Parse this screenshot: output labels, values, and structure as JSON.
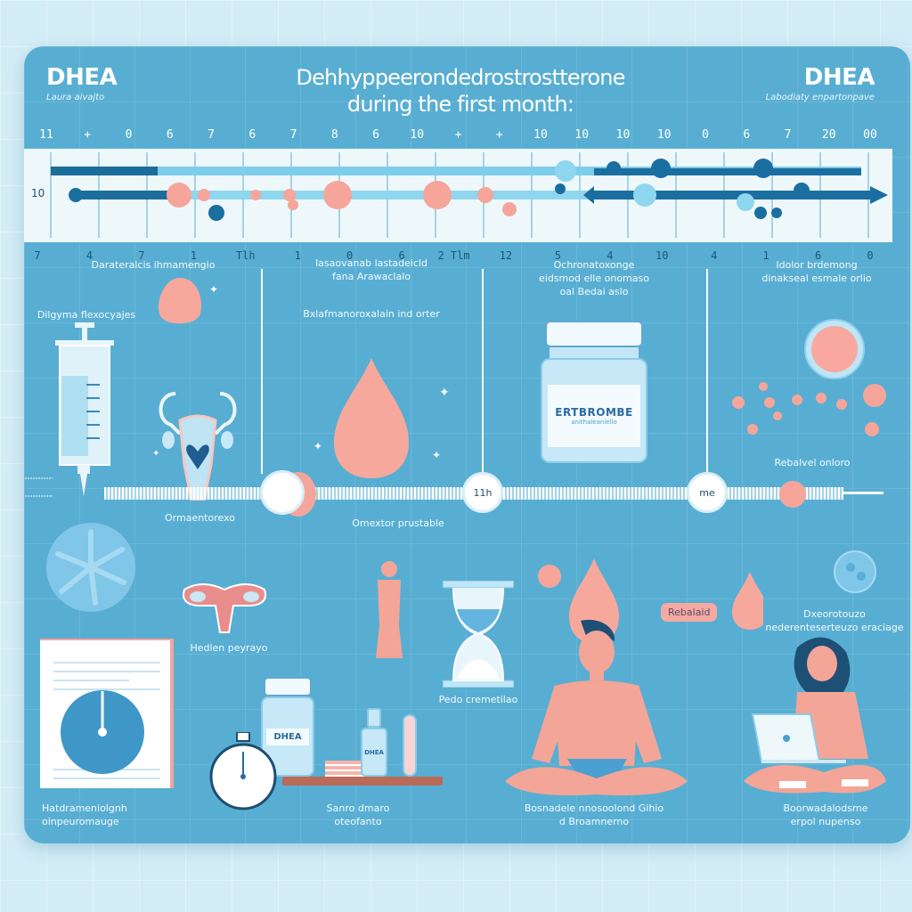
{
  "header": {
    "brand_left": "DHEA",
    "brand_left_sub": "Laura aivajto",
    "title_line1": "Dehhyppeerondedrostrostterone",
    "title_line2": "during the first month:",
    "brand_right": "DHEA",
    "brand_right_sub": "Labodiaty enpartonpave"
  },
  "timeline_chart": {
    "top_ticks": [
      "11",
      "+",
      "0",
      "6",
      "7",
      "6",
      "7",
      "8",
      "6",
      "10",
      "+",
      "+",
      "10",
      "10",
      "10",
      "10",
      "0",
      "6",
      "7",
      "20",
      "00"
    ],
    "bottom_ticks": [
      "7",
      "4",
      "7",
      "1",
      "Tlh",
      "1",
      "0",
      "6",
      "2 Tlm",
      "12",
      "5",
      "4",
      "10",
      "4",
      "1",
      "6",
      "0"
    ],
    "row_label": "10"
  },
  "sections": [
    {
      "title": "Darateralcis ihmamengio",
      "sub": "Dilgyma flexocyajes",
      "caption": "Ormaentorexo"
    },
    {
      "title": "Iasaovanab lastadeicld",
      "title2": "fana Arawaclalo",
      "sub": "Bxlafmanoroxalain ind orter",
      "caption": "Omextor prustable"
    },
    {
      "title": "Ochronatoxonge",
      "title2": "eidsmod elle onomaso",
      "title3": "oal Bedai aslo",
      "caption": ""
    },
    {
      "title": "Idolor brdemong",
      "title2": "dinakseal esmale orlio",
      "caption": "Rebalvel onloro"
    }
  ],
  "bottle_main": {
    "label": "ERTBROMBE",
    "sub": "anithaleanlello"
  },
  "timeline_markers": [
    "",
    "11h",
    "me"
  ],
  "mid_labels": {
    "uterus_caption": "Hedlen peyrayo",
    "hourglass_caption": "Pedo cremetilao",
    "right_caption_line1": "Dxeorotouzo",
    "right_caption_line2": "nederenteserteuzo eraciage",
    "sticker": "Rebalaid"
  },
  "bottom": {
    "report_caption_line1": "Hatdrameniolgnh",
    "report_caption_line2": "oinpeuromauge",
    "shelf_caption_line1": "Sanro dmaro",
    "shelf_caption_line2": "oteofanto",
    "shelf_bottle_label": "DHEA",
    "small_bottle_label": "DHEA",
    "man_caption_line1": "Bosnadele nnosoolond Gihio",
    "man_caption_line2": "d Broamnerno",
    "woman_caption_line1": "Boorwadalodsme",
    "woman_caption_line2": "erpol nupenso"
  },
  "colors": {
    "panel": "#58aed2",
    "background": "#d3edf6",
    "accent_pink": "#f6a59a",
    "dark_blue": "#1a6fa0",
    "light_blue": "#8fd3ee"
  }
}
